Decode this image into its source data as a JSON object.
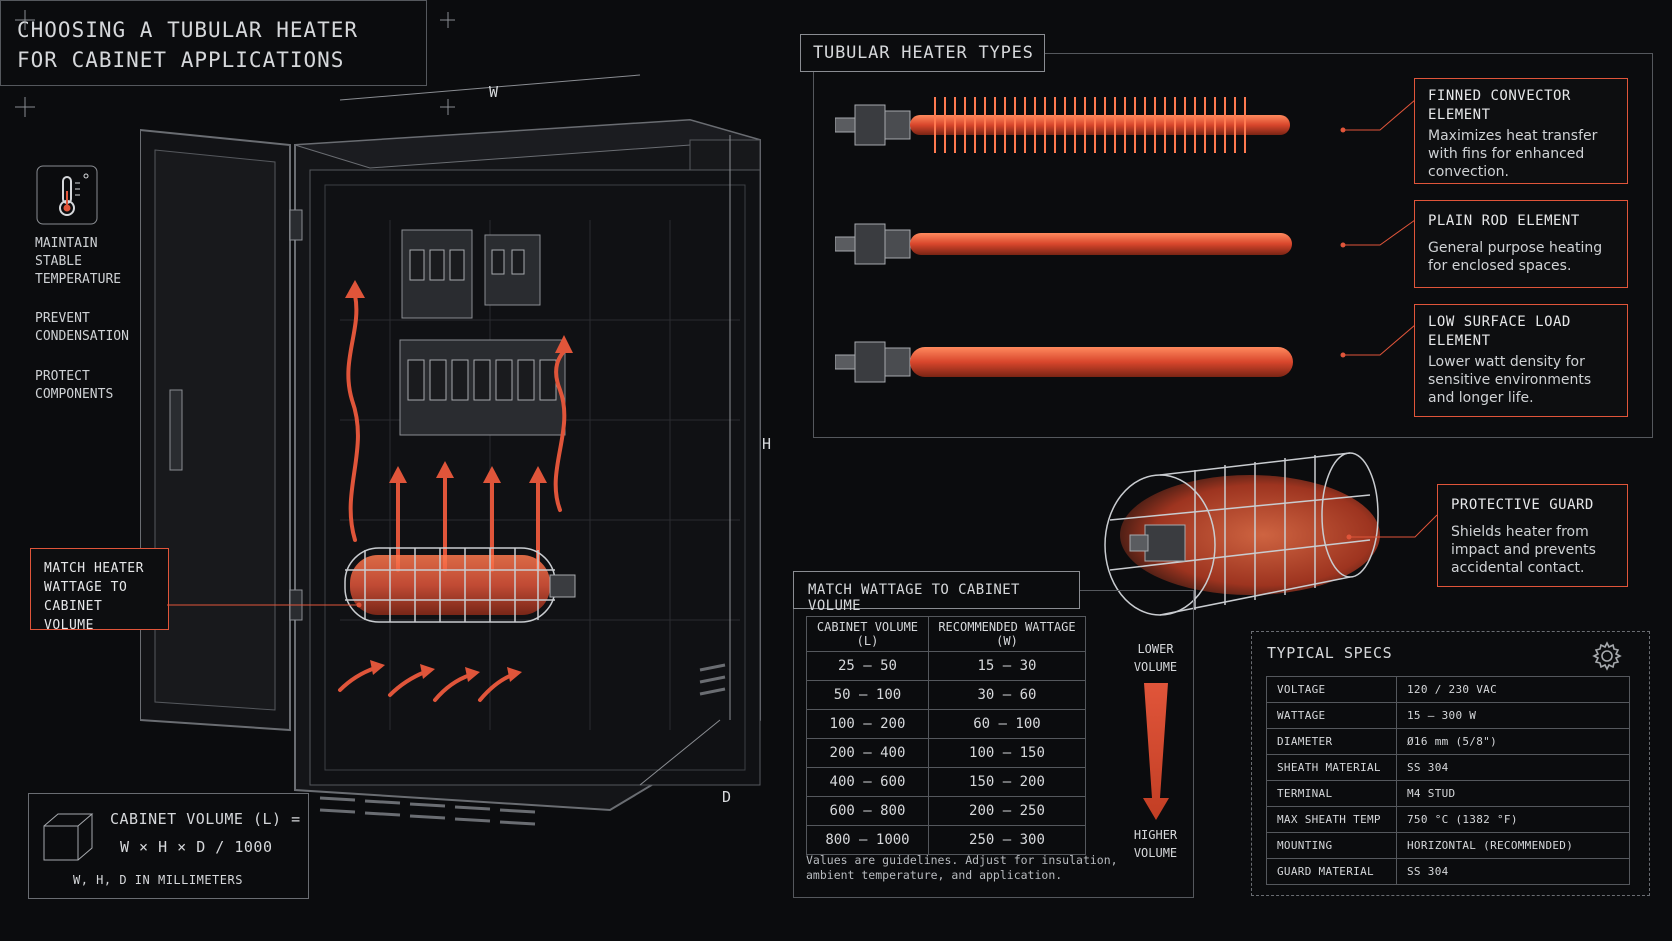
{
  "title": "CHOOSING A TUBULAR HEATER\nFOR CABINET APPLICATIONS",
  "benefits": [
    {
      "icon": "thermometer-icon",
      "label": "MAINTAIN\nSTABLE\nTEMPERATURE"
    },
    {
      "label": "PREVENT\nCONDENSATION"
    },
    {
      "label": "PROTECT\nCOMPONENTS"
    }
  ],
  "dimensions": {
    "w": "W",
    "h": "H",
    "d": "D"
  },
  "match_callout": "MATCH HEATER\nWATTAGE TO\nCABINET VOLUME",
  "formula": {
    "line1": "CABINET VOLUME (L) =",
    "line2": "W × H × D / 1000",
    "note": "W, H, D IN MILLIMETERS"
  },
  "types_section": {
    "title": "TUBULAR HEATER TYPES",
    "types": [
      {
        "name": "FINNED CONVECTOR\nELEMENT",
        "desc": "Maximizes heat transfer with fins for enhanced convection."
      },
      {
        "name": "PLAIN ROD ELEMENT",
        "desc": "General purpose heating for enclosed spaces."
      },
      {
        "name": "LOW SURFACE LOAD\nELEMENT",
        "desc": "Lower watt density for sensitive environments and longer life."
      }
    ]
  },
  "guard": {
    "name": "PROTECTIVE GUARD",
    "desc": "Shields heater from impact and prevents accidental contact."
  },
  "wattage_section": {
    "title": "MATCH WATTAGE TO CABINET VOLUME",
    "headers": [
      "CABINET VOLUME (L)",
      "RECOMMENDED WATTAGE (W)"
    ],
    "rows": [
      [
        "25 – 50",
        "15 – 30"
      ],
      [
        "50 – 100",
        "30 – 60"
      ],
      [
        "100 – 200",
        "60 – 100"
      ],
      [
        "200 – 400",
        "100 – 150"
      ],
      [
        "400 – 600",
        "150 – 200"
      ],
      [
        "600 – 800",
        "200 – 250"
      ],
      [
        "800 – 1000",
        "250 – 300"
      ]
    ],
    "note": "Values are guidelines. Adjust for insulation,\nambient temperature, and application.",
    "arrow_top": "LOWER\nVOLUME",
    "arrow_bottom": "HIGHER\nVOLUME"
  },
  "specs": {
    "title": "TYPICAL SPECS",
    "rows": [
      [
        "VOLTAGE",
        "120 / 230 VAC"
      ],
      [
        "WATTAGE",
        "15 – 300 W"
      ],
      [
        "DIAMETER",
        "Ø16 mm (5/8\")"
      ],
      [
        "SHEATH MATERIAL",
        "SS 304"
      ],
      [
        "TERMINAL",
        "M4 STUD"
      ],
      [
        "MAX SHEATH TEMP",
        "750 °C (1382 °F)"
      ],
      [
        "MOUNTING",
        "HORIZONTAL (RECOMMENDED)"
      ],
      [
        "GUARD MATERIAL",
        "SS 304"
      ]
    ]
  },
  "colors": {
    "accent": "#e0553a",
    "background": "#0b0c0e",
    "line": "#6a6d72"
  }
}
